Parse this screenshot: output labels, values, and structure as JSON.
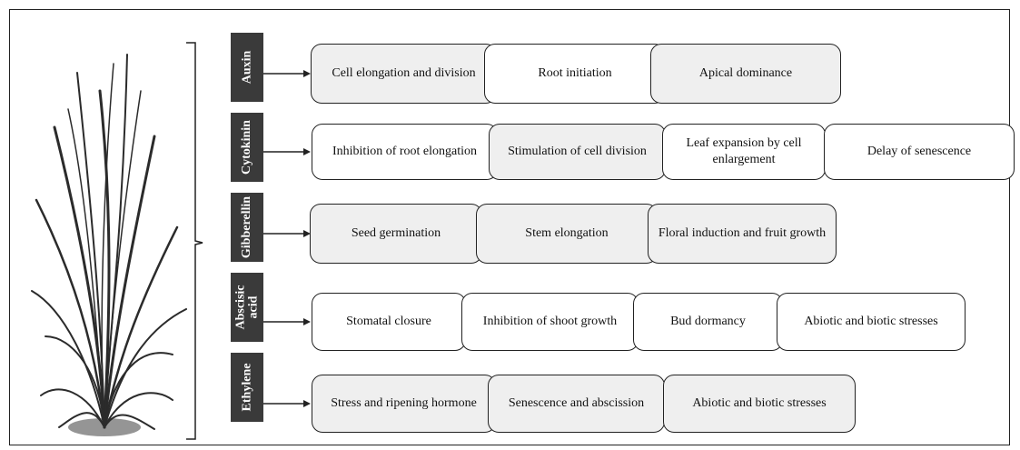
{
  "rows": [
    {
      "label": "Auxin",
      "items": [
        "Cell elongation and division",
        "Root initiation",
        "Apical dominance"
      ]
    },
    {
      "label": "Cytokinin",
      "items": [
        "Inhibition of root elongation",
        "Stimulation of cell division",
        "Leaf expansion by cell enlargement",
        "Delay of senescence"
      ]
    },
    {
      "label": "Gibberellin",
      "items": [
        "Seed germination",
        "Stem elongation",
        "Floral induction and fruit growth"
      ]
    },
    {
      "label": "Abscisic acid",
      "items": [
        "Stomatal closure",
        "Inhibition of shoot growth",
        "Bud dormancy",
        "Abiotic and biotic stresses"
      ]
    },
    {
      "label": "Ethylene",
      "items": [
        "Stress and ripening hormone",
        "Senescence and abscission",
        "Abiotic and biotic stresses"
      ]
    }
  ],
  "colors": {
    "label_bg": "#3a3a3a",
    "box_grey": "#efefef",
    "box_white": "#ffffff",
    "plant": "#2b2b2b"
  },
  "illustration": "grass-plant-illustration"
}
